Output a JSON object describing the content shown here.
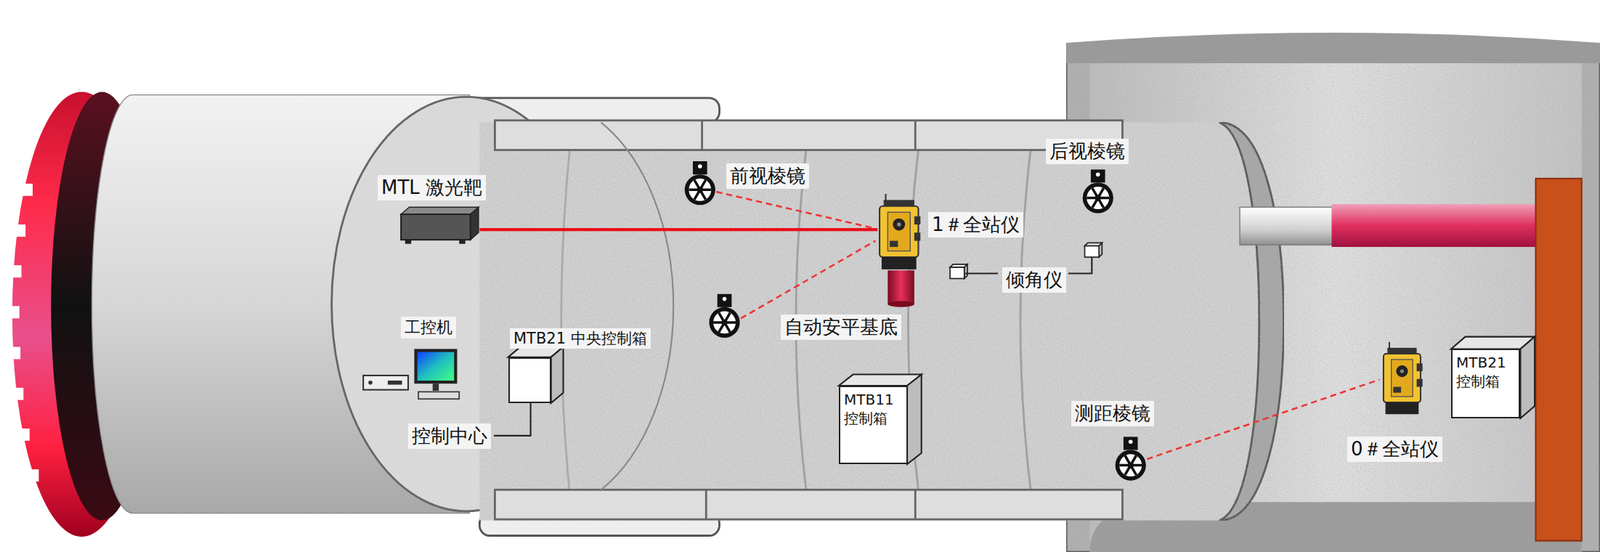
{
  "diagram": {
    "nodes": [
      {
        "text": [
          "MTB21 中央控制箱"
        ]
      },
      {
        "text": [
          "MTB11 控制箱"
        ]
      },
      {
        "text": [
          "MTB21 控制箱"
        ]
      }
    ],
    "labels": [
      "MTL 激光靶",
      "前视棱镜",
      "1＃全站仪",
      "后视棱镜",
      "倾角仪",
      "自动安平基底",
      "工控机",
      "控制中心",
      "测距棱镜",
      "0＃全站仪"
    ]
  }
}
